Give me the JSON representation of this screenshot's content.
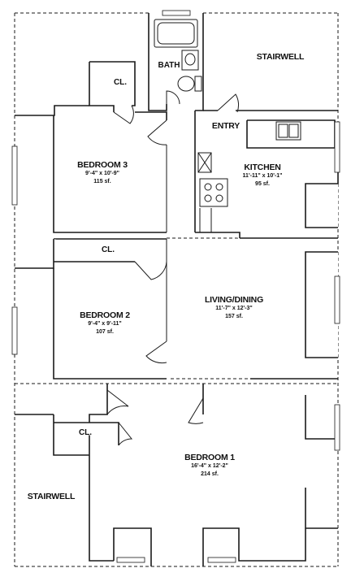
{
  "rooms": {
    "stairwell_top": {
      "name": "STAIRWELL"
    },
    "bath": {
      "name": "BATH"
    },
    "closet_top": {
      "name": "CL."
    },
    "entry": {
      "name": "ENTRY"
    },
    "bedroom3": {
      "name": "BEDROOM 3",
      "dims": "9'-4\" x 10'-9\"",
      "area": "115 sf."
    },
    "kitchen": {
      "name": "KITCHEN",
      "dims": "11'-11\" x 10'-1\"",
      "area": "95 sf."
    },
    "closet_mid": {
      "name": "CL."
    },
    "living": {
      "name": "LIVING/DINING",
      "dims": "11'-7\" x 12'-3\"",
      "area": "157 sf."
    },
    "bedroom2": {
      "name": "BEDROOM 2",
      "dims": "9'-4\" x 9'-11\"",
      "area": "107 sf."
    },
    "closet_bottom": {
      "name": "CL."
    },
    "bedroom1": {
      "name": "BEDROOM 1",
      "dims": "16'-4\" x 12'-2\"",
      "area": "214 sf."
    },
    "stairwell_bottom": {
      "name": "STAIRWELL"
    }
  }
}
